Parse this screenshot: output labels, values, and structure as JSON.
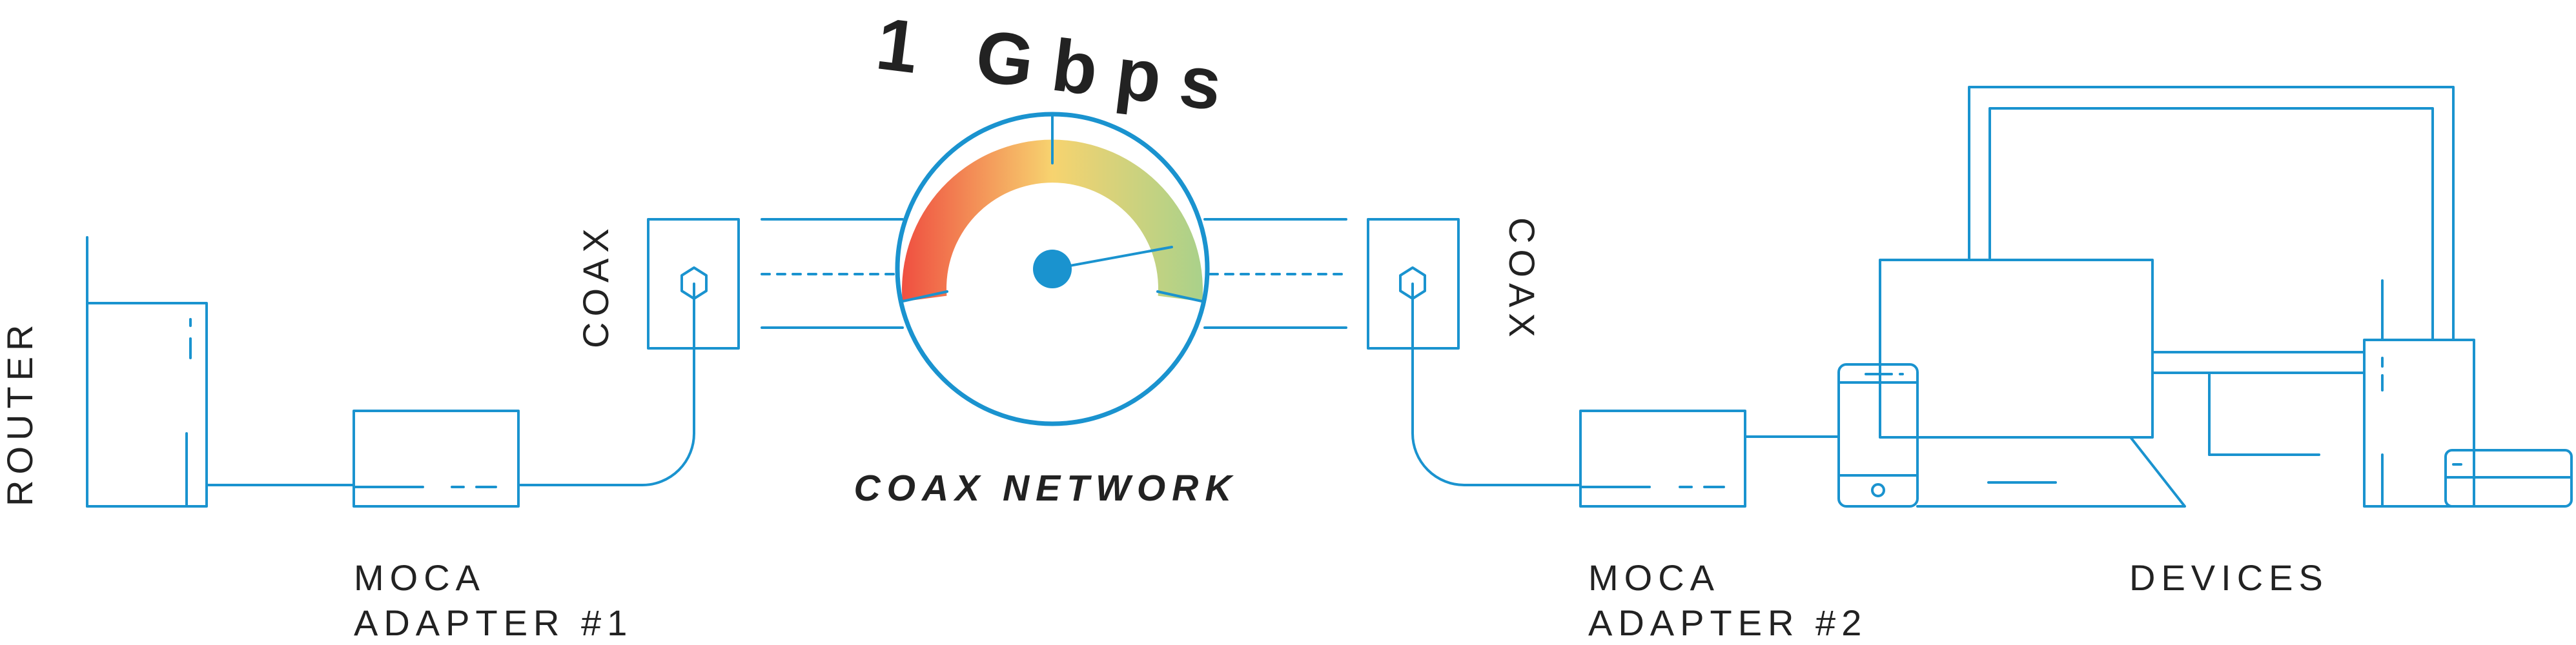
{
  "diagram": {
    "speed_label": "1 Gbps",
    "network_label": "COAX NETWORK",
    "router_label": "ROUTER",
    "coax_left_label": "COAX",
    "coax_right_label": "COAX",
    "adapter1_line1": "MOCA",
    "adapter1_line2": "ADAPTER #1",
    "adapter2_line1": "MOCA",
    "adapter2_line2": "ADAPTER #2",
    "devices_label": "DEVICES"
  },
  "colors": {
    "line": "#1a93cf",
    "text": "#222222",
    "gauge_low": "#ef4b3f",
    "gauge_mid": "#f7d36f",
    "gauge_high": "#a7d18b"
  },
  "icons": [
    "router-icon",
    "moca-adapter-icon",
    "coax-wall-outlet-icon",
    "speed-gauge-icon",
    "smartphone-icon",
    "laptop-icon",
    "desktop-monitor-icon",
    "pc-tower-icon",
    "console-icon"
  ]
}
